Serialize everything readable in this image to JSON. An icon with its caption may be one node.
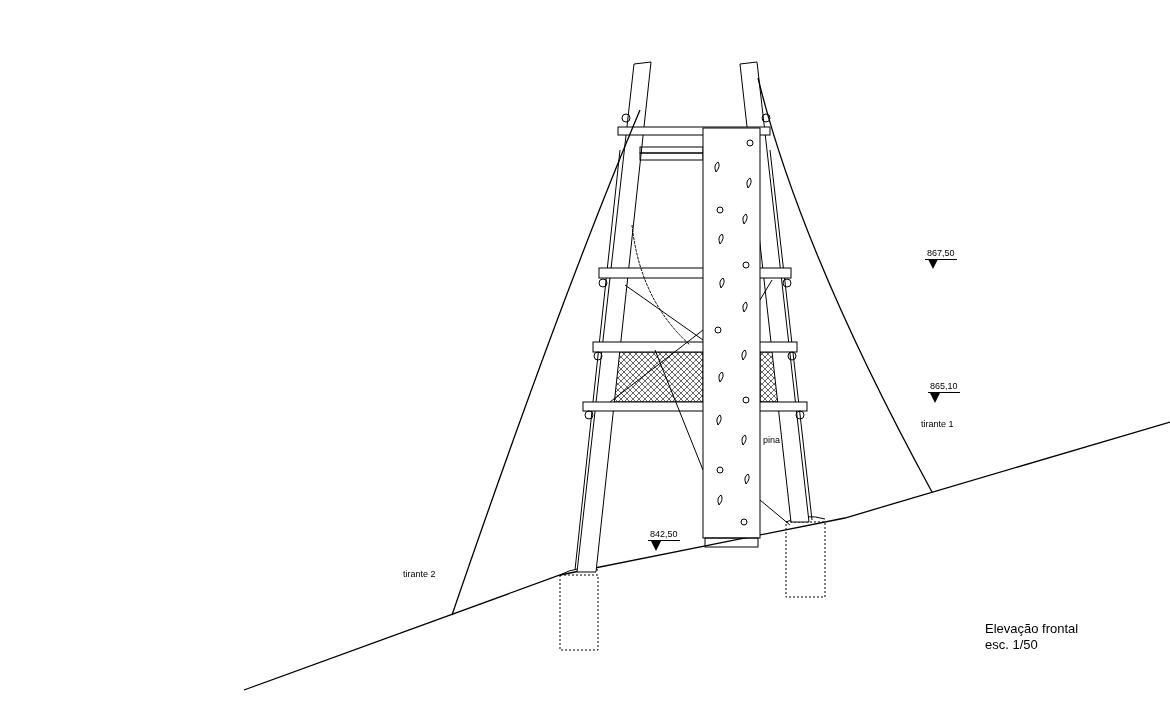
{
  "diagram": {
    "caption": "Elevação frontal",
    "labels": [
      "867,50",
      "865,10",
      "tirante 1",
      "pina",
      "842,50",
      "tirante 2",
      "esc. 1/50"
    ]
  }
}
